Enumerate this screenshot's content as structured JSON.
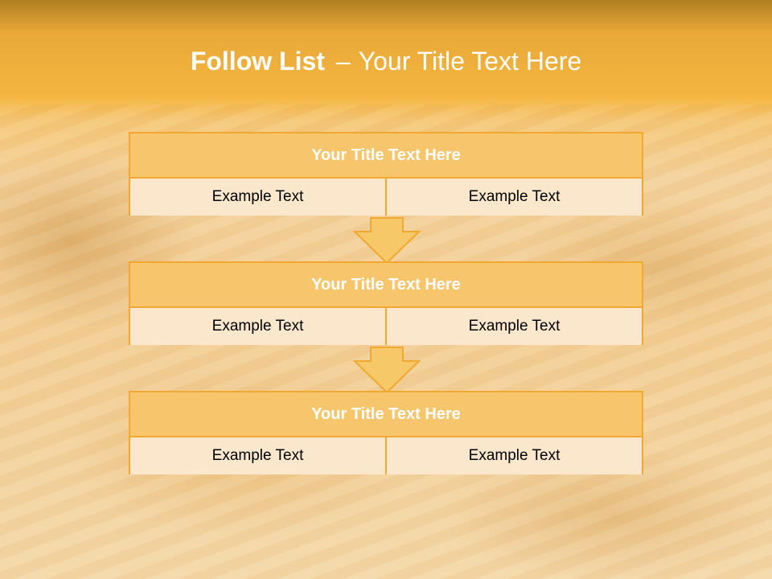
{
  "title": {
    "bold": "Follow List",
    "separator": "–",
    "rest": "Your Title Text Here"
  },
  "steps": [
    {
      "heading": "Your Title Text Here",
      "left": "Example Text",
      "right": "Example Text"
    },
    {
      "heading": "Your Title Text Here",
      "left": "Example Text",
      "right": "Example Text"
    },
    {
      "heading": "Your Title Text Here",
      "left": "Example Text",
      "right": "Example Text"
    }
  ],
  "colors": {
    "accent": "#f0a830",
    "header_fill": "#f6c56c",
    "cell_fill": "#fbe7cb",
    "arrow_fill": "#f7c868",
    "title_text": "#ffffff"
  }
}
